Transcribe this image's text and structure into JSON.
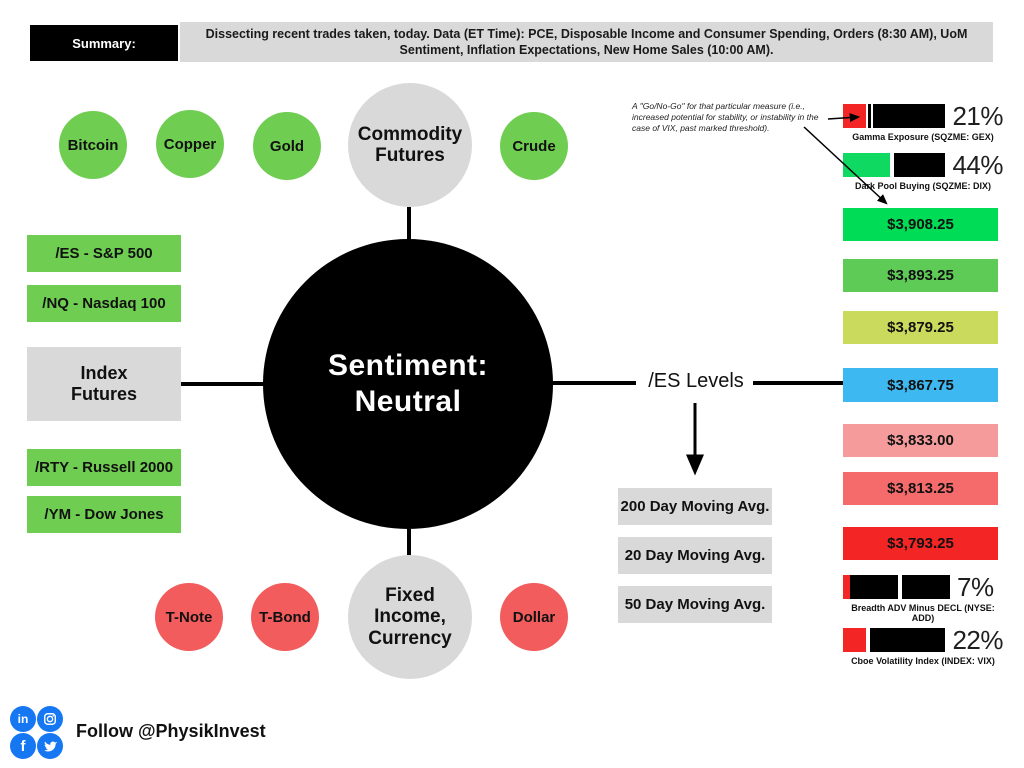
{
  "summary": {
    "label": "Summary:",
    "text": "Dissecting recent trades taken, today. Data (ET Time): PCE, Disposable Income and Consumer Spending, Orders (8:30 AM), UoM Sentiment, Inflation Expectations, New Home Sales (10:00 AM)."
  },
  "center": {
    "line1": "Sentiment:",
    "line2": "Neutral"
  },
  "commodity": {
    "line1": "Commodity",
    "line2": "Futures",
    "bitcoin": "Bitcoin",
    "copper": "Copper",
    "gold": "Gold",
    "crude": "Crude"
  },
  "fixed_income": {
    "line1": "Fixed",
    "line2": "Income,",
    "line3": "Currency",
    "tnote": "T-Note",
    "tbond": "T-Bond",
    "dollar": "Dollar"
  },
  "index_futures": {
    "line1": "Index",
    "line2": "Futures",
    "es": "/ES - S&P 500",
    "nq": "/NQ - Nasdaq 100",
    "rty": "/RTY - Russell 2000",
    "ym": "/YM - Dow Jones"
  },
  "es_levels": {
    "title": "/ES Levels",
    "moving_avgs": [
      "200 Day Moving Avg.",
      "20 Day Moving Avg.",
      "50 Day Moving Avg."
    ],
    "levels": [
      {
        "price": "$3,908.25",
        "color": "#00DC55"
      },
      {
        "price": "$3,893.25",
        "color": "#5FCB57"
      },
      {
        "price": "$3,879.25",
        "color": "#C9DA5C"
      },
      {
        "price": "$3,867.75",
        "color": "#3EB8F0"
      },
      {
        "price": "$3,833.00",
        "color": "#F69B9B"
      },
      {
        "price": "$3,813.25",
        "color": "#F56A6A"
      },
      {
        "price": "$3,793.25",
        "color": "#F42525"
      }
    ]
  },
  "gauges": [
    {
      "value": "21%",
      "pct": 22,
      "fill": "#F42525",
      "label": "Gamma Exposure (SQZME: GEX)"
    },
    {
      "value": "44%",
      "pct": 46,
      "fill": "#10D962",
      "label": "Dark Pool Buying (SQZME: DIX)"
    },
    {
      "value": "7%",
      "pct": 7,
      "mid_pct": 44,
      "fill": "#F42525",
      "label": "Breadth ADV Minus DECL (NYSE: ADD)"
    },
    {
      "value": "22%",
      "pct": 22,
      "fill": "#F42525",
      "label": "Cboe Volatility Index (INDEX: VIX)"
    }
  ],
  "annotation": "A \"Go/No-Go\" for that particular measure (i.e., increased potential for stability, or instability in the case of VIX, past marked threshold).",
  "footer": {
    "follow": "Follow @PhysikInvest"
  },
  "colors": {
    "node_green": "#6FCE52",
    "node_red": "#F25C5C",
    "node_gray": "#D9D9D9",
    "center_black": "#000000",
    "social_blue": "#1577F2"
  }
}
